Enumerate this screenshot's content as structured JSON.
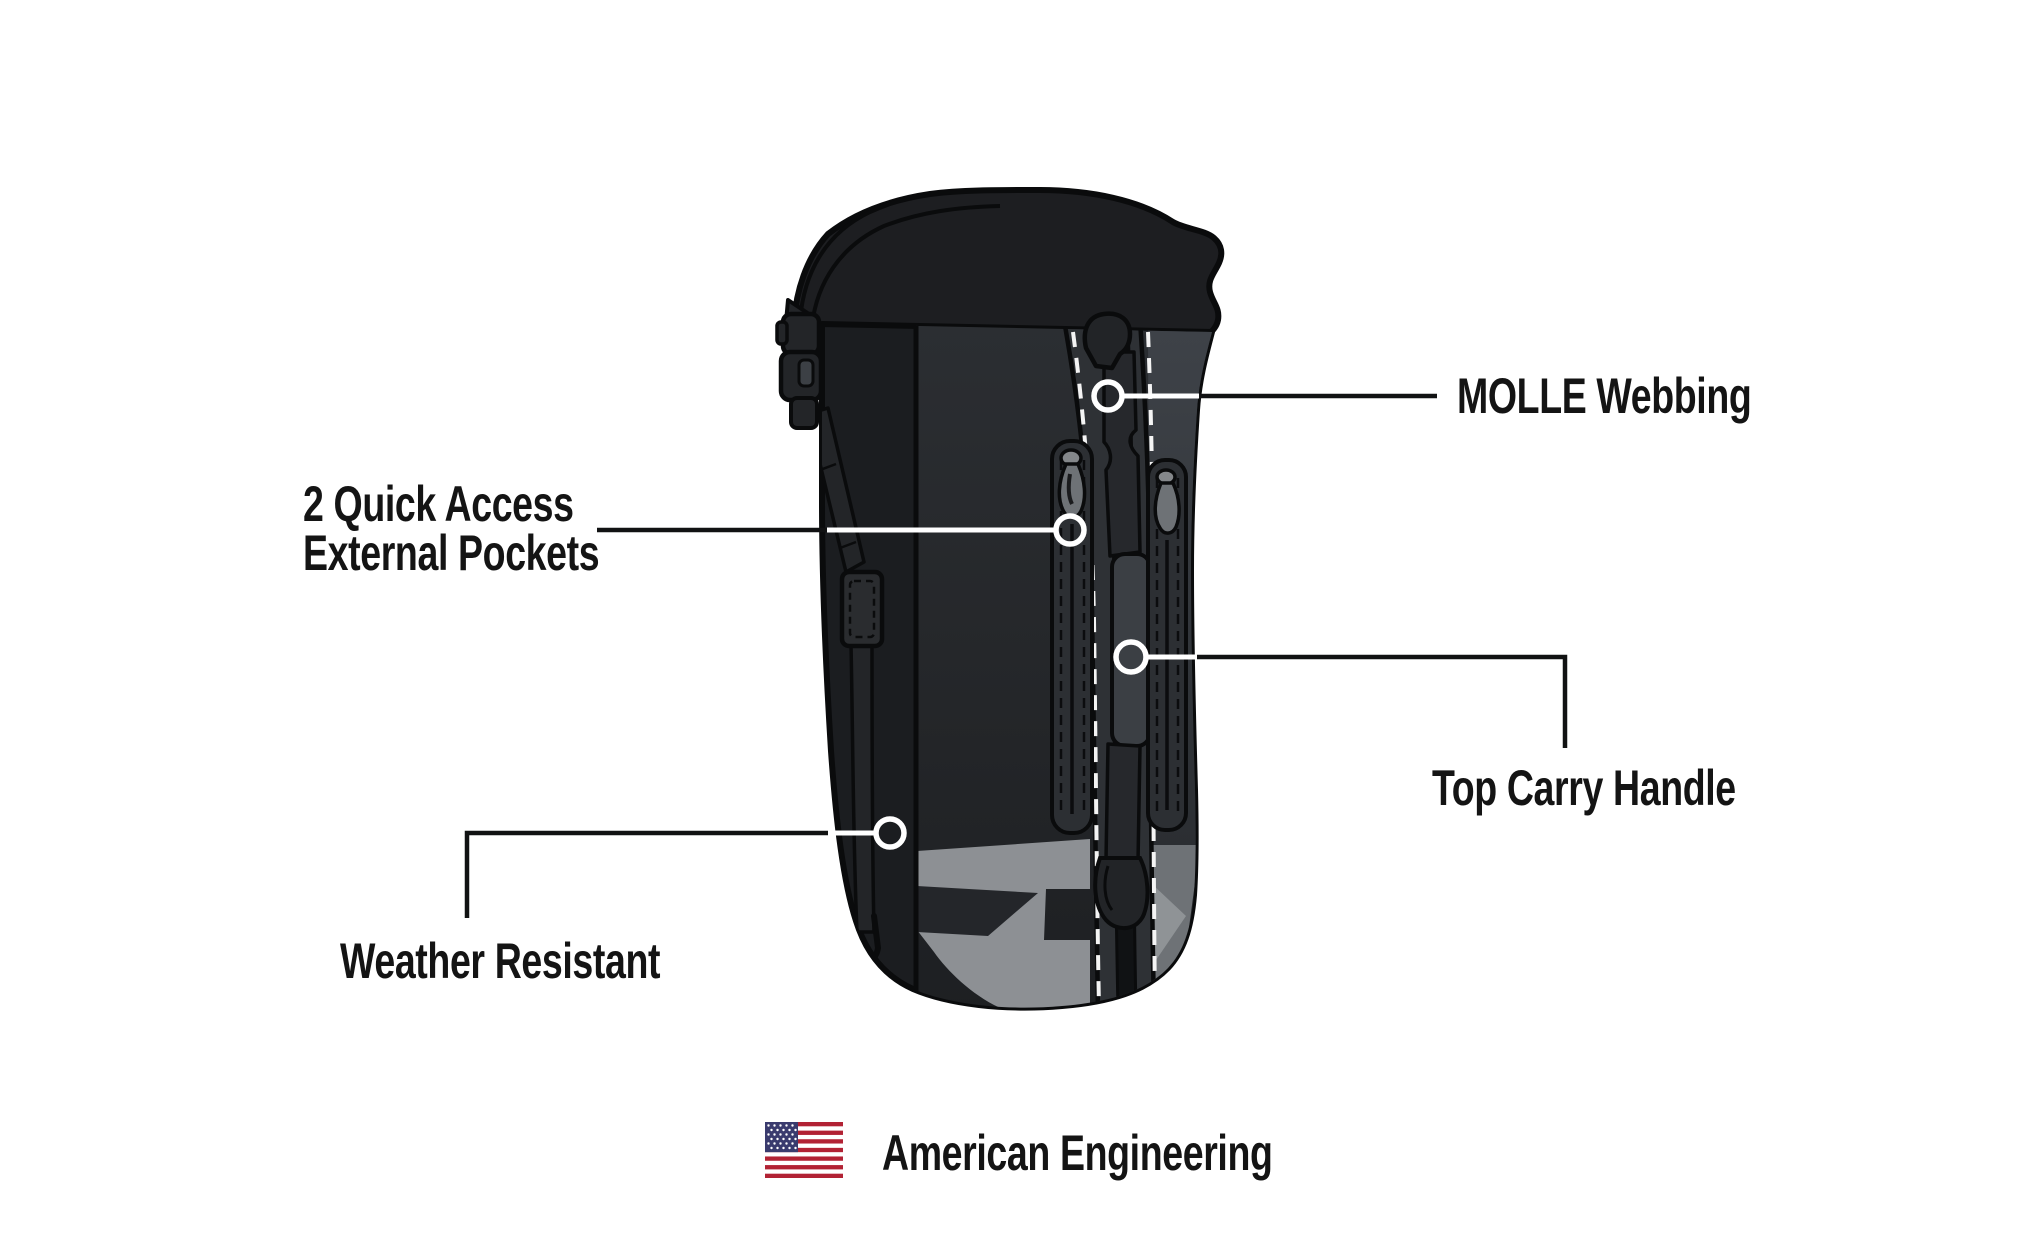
{
  "callouts": {
    "molle": {
      "label": "MOLLE Webbing"
    },
    "pockets": {
      "line1": "2 Quick Access",
      "line2": "External Pockets"
    },
    "top_carry": {
      "label": "Top Carry Handle"
    },
    "weather": {
      "label": "Weather Resistant"
    }
  },
  "footer": {
    "label": "American Engineering"
  },
  "icons": {
    "flag": "us-flag-icon"
  },
  "colors": {
    "text": "#141414",
    "callout_line": "#111213",
    "callout_ring": "#ffffff",
    "bag_outline": "#0a0b0c",
    "flag_red": "#b22234",
    "flag_blue": "#3a3b6e"
  }
}
